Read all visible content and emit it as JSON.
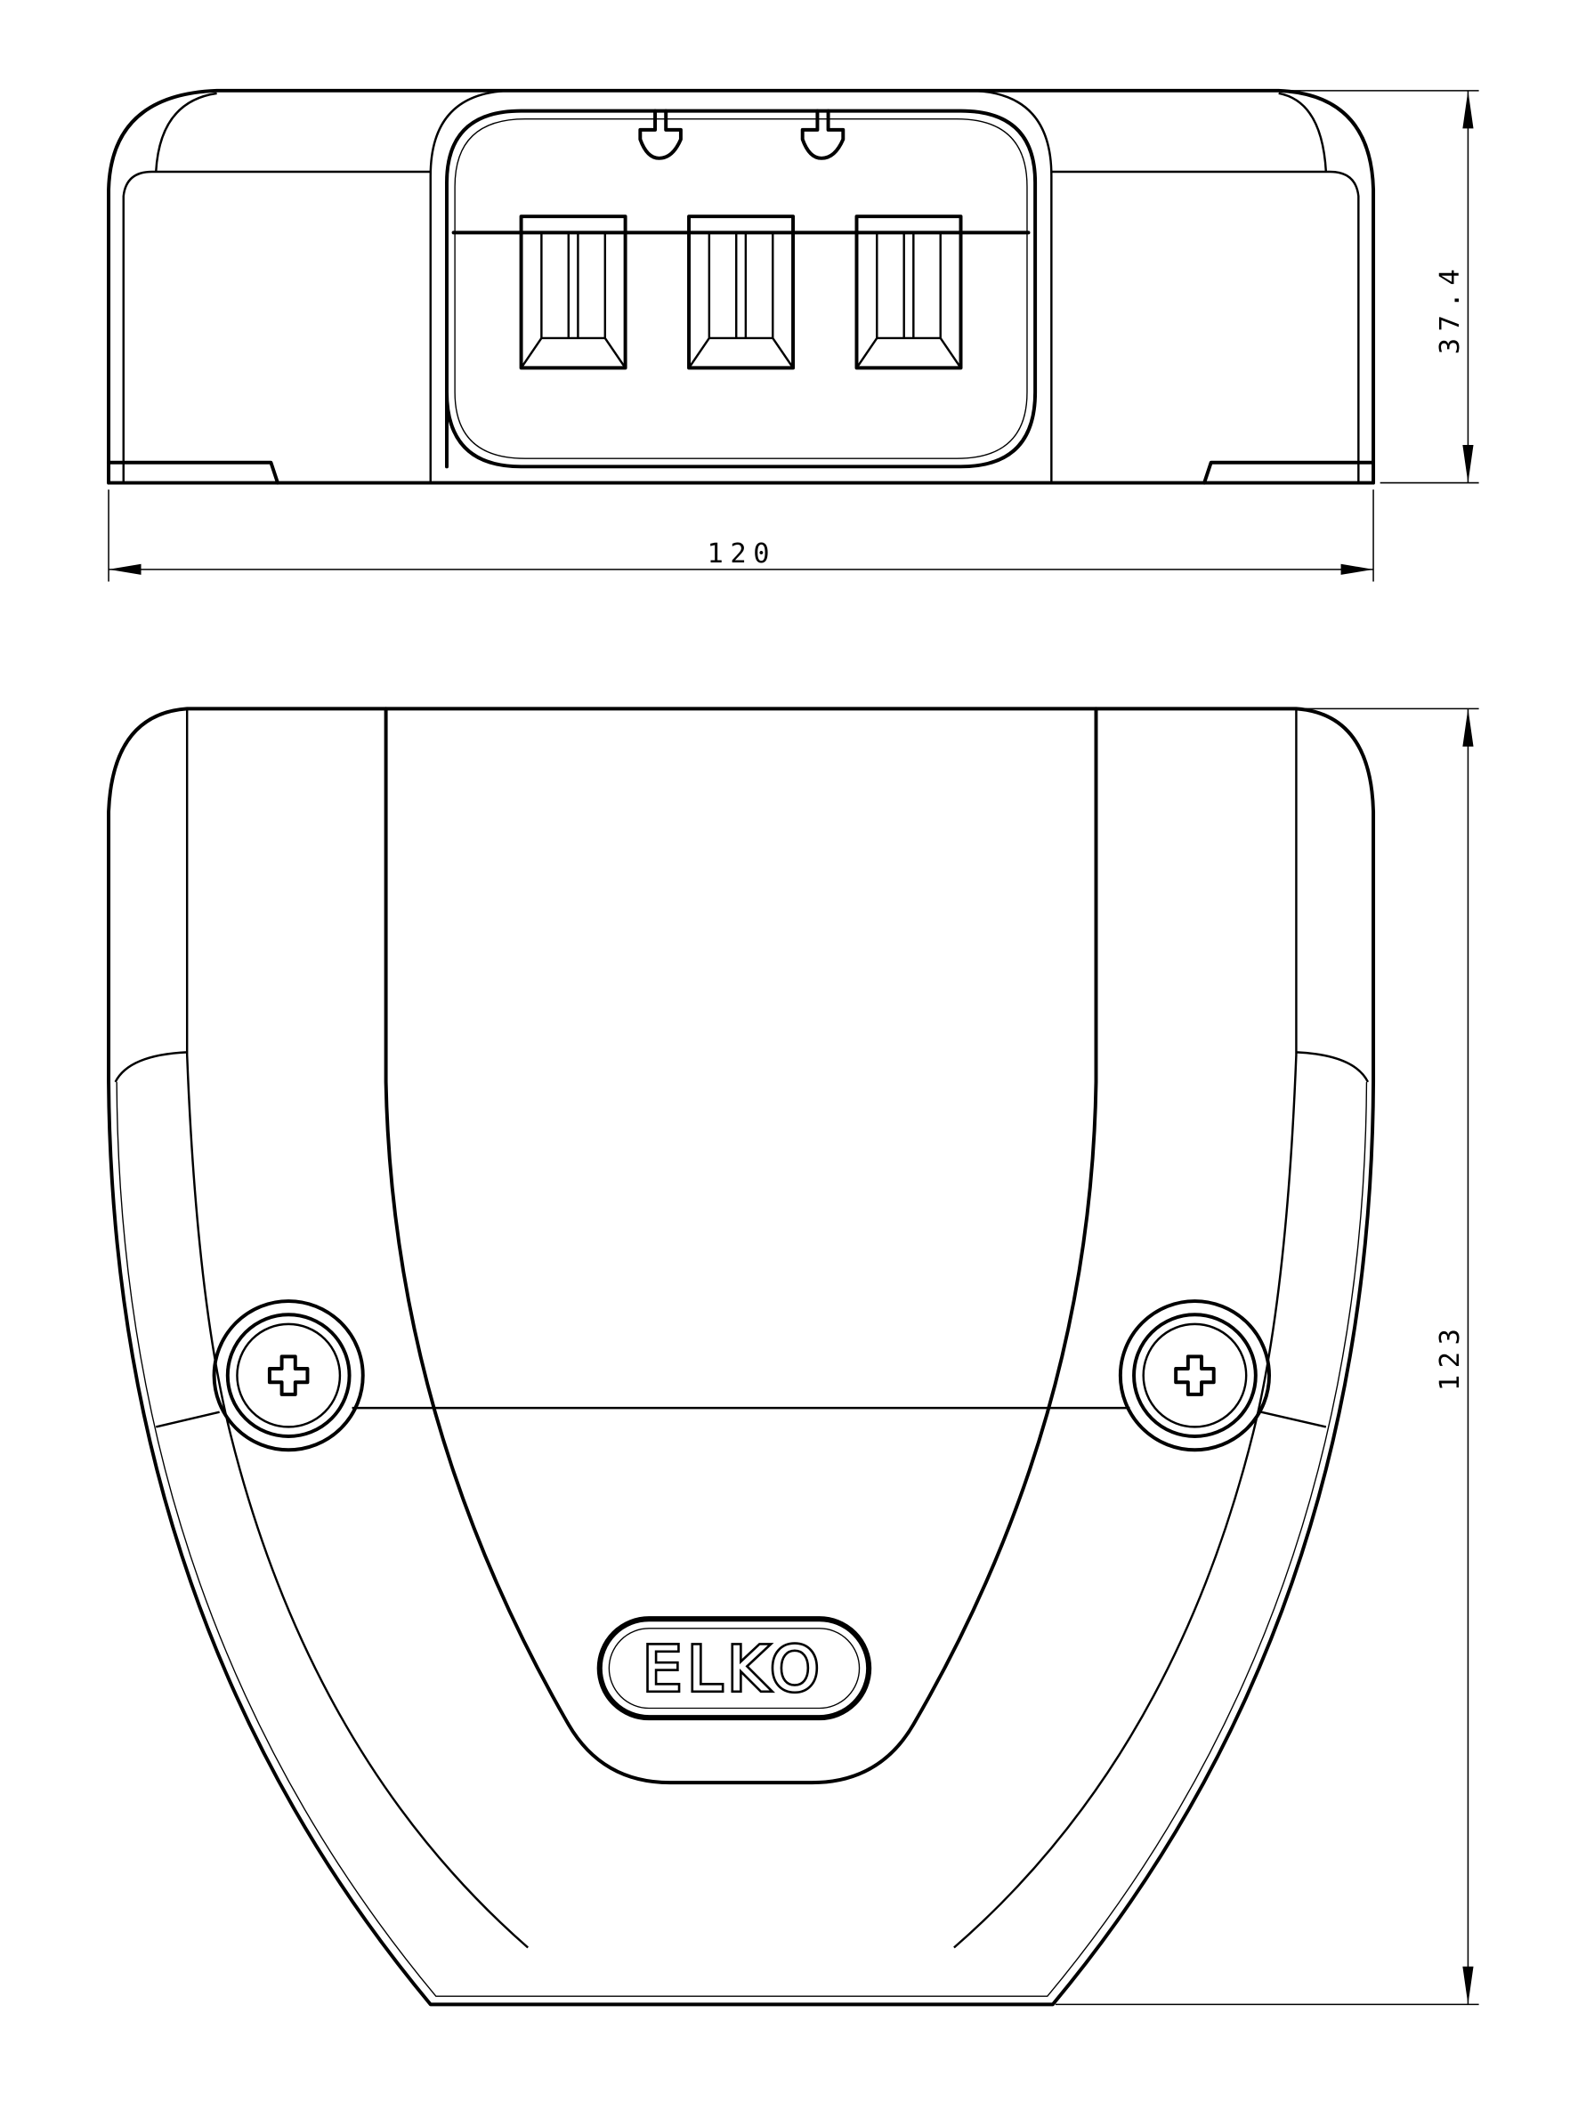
{
  "drawing": {
    "front_view": {
      "dimension_width": "120",
      "dimension_height": "37.4"
    },
    "top_view": {
      "dimension_length": "123",
      "logo_text": "ELKO"
    },
    "colors": {
      "line": "#000000",
      "background": "#ffffff"
    }
  }
}
